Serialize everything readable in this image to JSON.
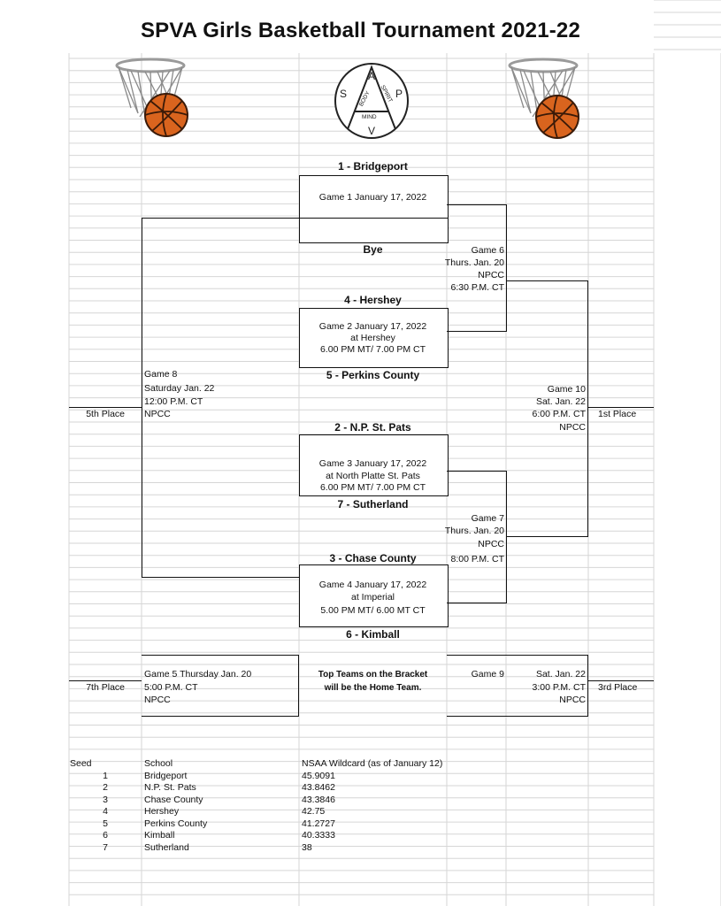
{
  "title": "SPVA Girls Basketball Tournament 2021-22",
  "logo": {
    "letters": [
      "S",
      "P",
      "A",
      "V"
    ],
    "words": [
      "BODY",
      "SPIRIT",
      "MIND"
    ]
  },
  "teams": {
    "t1": "1 - Bridgeport",
    "bye": "Bye",
    "t4": "4 - Hershey",
    "t5": "5 - Perkins County",
    "t2": "2 - N.P. St. Pats",
    "t7": "7 - Sutherland",
    "t3": "3 - Chase County",
    "t6": "6 - Kimball"
  },
  "games": {
    "g1": [
      "Game 1 January 17, 2022"
    ],
    "g2": [
      "Game 2 January 17, 2022",
      "at Hershey",
      "6.00 PM MT/ 7.00 PM CT"
    ],
    "g3": [
      "Game 3  January 17, 2022",
      "at North Platte St. Pats",
      "6.00 PM MT/ 7.00 PM CT"
    ],
    "g4": [
      "Game 4 January 17, 2022",
      "at Imperial",
      "5.00 PM MT/ 6.00 MT CT"
    ],
    "g6": [
      "Game 6",
      "Thurs. Jan. 20",
      "NPCC",
      "6:30 P.M. CT"
    ],
    "g7": [
      "Game 7",
      "Thurs. Jan. 20",
      "NPCC",
      "8:00 P.M. CT"
    ],
    "g8": [
      "Game 8",
      "Saturday Jan. 22",
      "12:00 P.M. CT",
      "NPCC"
    ],
    "g10": [
      "Game 10",
      "Sat. Jan. 22",
      "6:00 P.M. CT",
      "NPCC"
    ],
    "g5": [
      "Game 5 Thursday Jan. 20",
      "5:00 P.M. CT",
      "NPCC"
    ],
    "g9": [
      "Game 9",
      "Sat. Jan. 22",
      "3:00 P.M. CT",
      "NPCC"
    ]
  },
  "places": {
    "fifth": "5th Place",
    "first": "1st Place",
    "seventh": "7th Place",
    "third": "3rd Place"
  },
  "note": [
    "Top Teams on the Bracket",
    "will be the Home Team."
  ],
  "seed_table": {
    "headers": [
      "Seed",
      "School",
      "NSAA Wildcard (as of January 12)"
    ],
    "rows": [
      [
        "1",
        "Bridgeport",
        "45.9091"
      ],
      [
        "2",
        "N.P. St. Pats",
        "43.8462"
      ],
      [
        "3",
        "Chase County",
        "43.3846"
      ],
      [
        "4",
        "Hershey",
        "42.75"
      ],
      [
        "5",
        "Perkins County",
        "41.2727"
      ],
      [
        "6",
        "Kimball",
        "40.3333"
      ],
      [
        "7",
        "Sutherland",
        "38"
      ]
    ]
  },
  "colors": {
    "ball": "#d9641e",
    "ball_seam": "#3a1a08",
    "net": "#8a8a8a",
    "rim": "#9a9a9a",
    "grid": "#d4d4d4",
    "line": "#111111"
  }
}
